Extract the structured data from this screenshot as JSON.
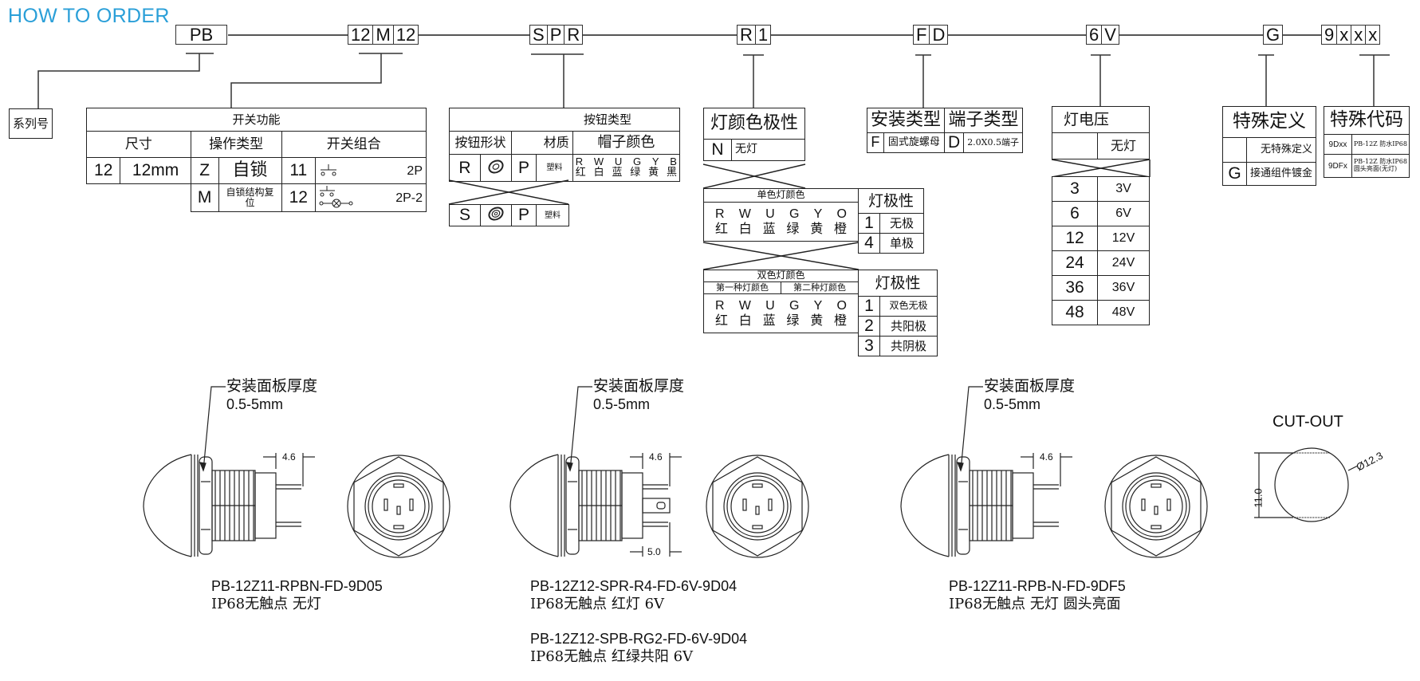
{
  "header": {
    "title": "HOW TO ORDER"
  },
  "code_segments": [
    {
      "name": "series",
      "cells": [
        "PB"
      ]
    },
    {
      "name": "switch-function",
      "cells": [
        "12",
        "M",
        "12"
      ]
    },
    {
      "name": "button-type",
      "cells": [
        "S",
        "P",
        "R"
      ]
    },
    {
      "name": "lamp-color-polarity",
      "cells": [
        "R",
        "1"
      ]
    },
    {
      "name": "mount-terminal",
      "cells": [
        "F",
        "D"
      ]
    },
    {
      "name": "lamp-voltage",
      "cells": [
        "6",
        "V"
      ]
    },
    {
      "name": "special-definition",
      "cells": [
        "G"
      ]
    },
    {
      "name": "special-code",
      "cells": [
        "9",
        "x",
        "x",
        "x"
      ]
    }
  ],
  "series": {
    "label": "系列号"
  },
  "switch_function": {
    "title": "开关功能",
    "col_size": "尺寸",
    "col_op": "操作类型",
    "col_combo": "开关组合",
    "size": {
      "code": "12",
      "value": "12mm"
    },
    "ops": [
      {
        "code": "Z",
        "label": "自锁"
      },
      {
        "code": "M",
        "label": "自锁结构复位"
      }
    ],
    "combos": [
      {
        "code": "11",
        "label": "2P"
      },
      {
        "code": "12",
        "label": "2P-2"
      }
    ]
  },
  "button_type": {
    "title": "按钮类型",
    "col_shape": "按钮形状",
    "col_material": "材质",
    "col_cap": "帽子颜色",
    "rows": [
      {
        "code": "R",
        "shape_icon": "single-ring-icon",
        "mat_code": "P",
        "mat": "塑料"
      },
      {
        "code": "S",
        "shape_icon": "double-ring-icon",
        "mat_code": "P",
        "mat": "塑料"
      }
    ],
    "cap_colors": [
      {
        "code": "R",
        "name": "红"
      },
      {
        "code": "W",
        "name": "白"
      },
      {
        "code": "U",
        "name": "蓝"
      },
      {
        "code": "G",
        "name": "绿"
      },
      {
        "code": "Y",
        "name": "黄"
      },
      {
        "code": "B",
        "name": "黑"
      }
    ]
  },
  "lamp_color": {
    "title": "灯颜色极性",
    "none": {
      "code": "N",
      "label": "无灯"
    },
    "single": {
      "title": "单色灯颜色",
      "colors": [
        {
          "code": "R",
          "name": "红"
        },
        {
          "code": "W",
          "name": "白"
        },
        {
          "code": "U",
          "name": "蓝"
        },
        {
          "code": "G",
          "name": "绿"
        },
        {
          "code": "Y",
          "name": "黄"
        },
        {
          "code": "O",
          "name": "橙"
        }
      ],
      "polarity_title": "灯极性",
      "polarity": [
        {
          "code": "1",
          "label": "无极"
        },
        {
          "code": "4",
          "label": "单极"
        }
      ]
    },
    "dual": {
      "title": "双色灯颜色",
      "first": "第一种灯颜色",
      "second": "第二种灯颜色",
      "colors": [
        {
          "code": "R",
          "name": "红"
        },
        {
          "code": "W",
          "name": "白"
        },
        {
          "code": "U",
          "name": "蓝"
        },
        {
          "code": "G",
          "name": "绿"
        },
        {
          "code": "Y",
          "name": "黄"
        },
        {
          "code": "O",
          "name": "橙"
        }
      ],
      "polarity_title": "灯极性",
      "polarity": [
        {
          "code": "1",
          "label": "双色无极"
        },
        {
          "code": "2",
          "label": "共阳极"
        },
        {
          "code": "3",
          "label": "共阴极"
        }
      ]
    }
  },
  "mount": {
    "title": "安装类型",
    "code": "F",
    "label": "固式旋螺母"
  },
  "terminal": {
    "title": "端子类型",
    "code": "D",
    "label": "2.0X0.5端子"
  },
  "voltage": {
    "title": "灯电压",
    "none_label": "无灯",
    "rows": [
      {
        "code": "3",
        "label": "3V"
      },
      {
        "code": "6",
        "label": "6V"
      },
      {
        "code": "12",
        "label": "12V"
      },
      {
        "code": "24",
        "label": "24V"
      },
      {
        "code": "36",
        "label": "36V"
      },
      {
        "code": "48",
        "label": "48V"
      }
    ]
  },
  "special_def": {
    "title": "特殊定义",
    "rows": [
      {
        "code": "",
        "label": "无特殊定义"
      },
      {
        "code": "G",
        "label": "接通组件镀金"
      }
    ]
  },
  "special_code": {
    "title": "特殊代码",
    "rows": [
      {
        "code": "9Dxx",
        "label": "PB-12Z 防水IP68"
      },
      {
        "code": "9DFx",
        "label": "PB-12Z 防水IP68 圆头亮面(无灯)"
      }
    ]
  },
  "drawings": [
    {
      "panel_label": "安装面板厚度",
      "panel_range": "0.5-5mm",
      "dim_top": "4.6",
      "dim_bottom": "",
      "model": "PB-12Z11-RPBN-FD-9D05",
      "desc": "IP68无触点 无灯",
      "model2": "",
      "desc2": ""
    },
    {
      "panel_label": "安装面板厚度",
      "panel_range": "0.5-5mm",
      "dim_top": "4.6",
      "dim_bottom": "5.0",
      "model": "PB-12Z12-SPR-R4-FD-6V-9D04",
      "desc": "IP68无触点 红灯 6V",
      "model2": "PB-12Z12-SPB-RG2-FD-6V-9D04",
      "desc2": "IP68无触点 红绿共阳 6V"
    },
    {
      "panel_label": "安装面板厚度",
      "panel_range": "0.5-5mm",
      "dim_top": "4.6",
      "dim_bottom": "",
      "model": "PB-12Z11-RPB-N-FD-9DF5",
      "desc": "IP68无触点   无灯  圆头亮面",
      "model2": "",
      "desc2": ""
    }
  ],
  "cutout": {
    "title": "CUT-OUT",
    "height_dim": "11.0",
    "diameter_dim": "Ø12.3"
  }
}
